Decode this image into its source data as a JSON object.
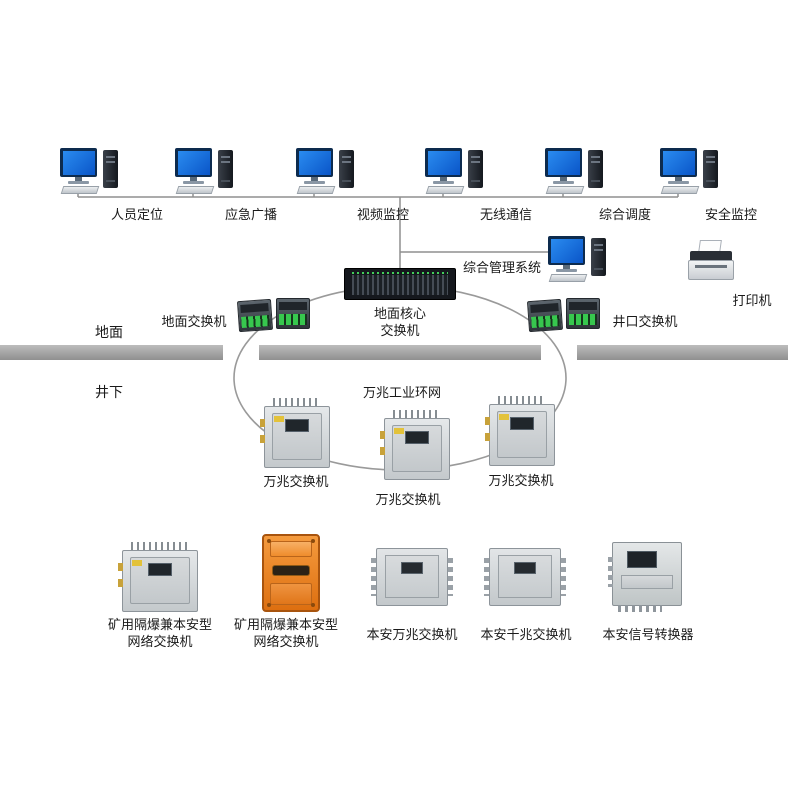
{
  "colors": {
    "monitor-blue": "#2a8cf0",
    "port-green": "#37c74e",
    "enclosure-orange": "#e8791c",
    "bar-gray": "#8f8f8f",
    "bar-gray-light": "#bcbcbc",
    "line-gray": "#8f8f8f"
  },
  "workstations": [
    {
      "label": "人员定位"
    },
    {
      "label": "应急广播"
    },
    {
      "label": "视频监控"
    },
    {
      "label": "无线通信"
    },
    {
      "label": "综合调度"
    },
    {
      "label": "安全监控"
    }
  ],
  "management": {
    "label": "综合管理系统"
  },
  "printer": {
    "label": "打印机"
  },
  "core_switch": {
    "label_line1": "地面核心",
    "label_line2": "交换机"
  },
  "ground_switch": {
    "label": "地面交换机"
  },
  "wellhead_switch": {
    "label": "井口交换机"
  },
  "zones": {
    "surface": "地面",
    "underground": "井下"
  },
  "ring": {
    "label": "万兆工业环网"
  },
  "ring_switches": [
    {
      "label": "万兆交换机"
    },
    {
      "label": "万兆交换机"
    },
    {
      "label": "万兆交换机"
    }
  ],
  "bottom_devices": [
    {
      "label_line1": "矿用隔爆兼本安型",
      "label_line2": "网络交换机"
    },
    {
      "label_line1": "矿用隔爆兼本安型",
      "label_line2": "网络交换机"
    },
    {
      "label": "本安万兆交换机"
    },
    {
      "label": "本安千兆交换机"
    },
    {
      "label": "本安信号转换器"
    }
  ]
}
